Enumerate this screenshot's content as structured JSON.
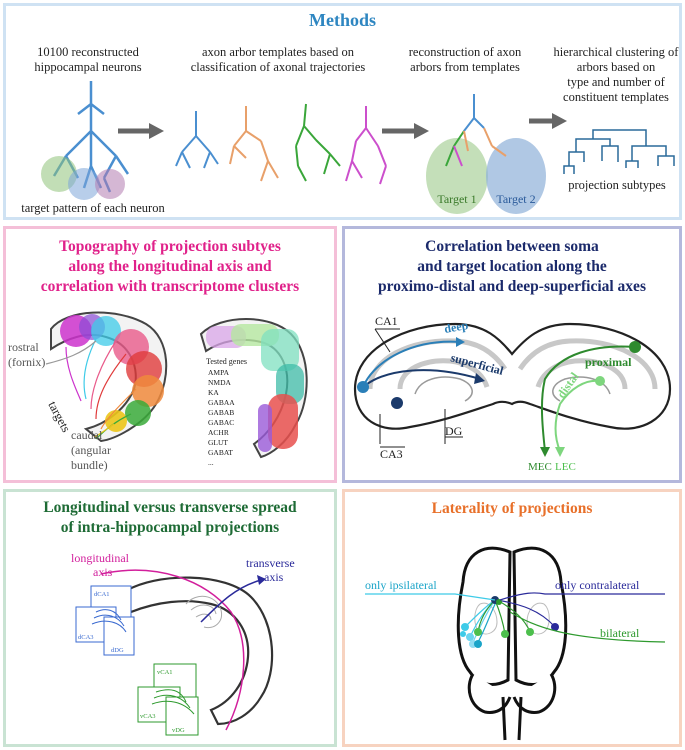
{
  "methods": {
    "title": "Methods",
    "step1": [
      "10100 reconstructed",
      "hippocampal neurons"
    ],
    "step1_caption": "target pattern of each neuron",
    "step2": [
      "axon arbor templates based on",
      "classification of axonal trajectories"
    ],
    "step3": [
      "reconstruction of axon",
      "arbors from templates"
    ],
    "target1": "Target 1",
    "target2": "Target 2",
    "step4": [
      "hierarchical clustering of",
      "arbors based on",
      "type and number of",
      "constituent templates"
    ],
    "step4_caption": "projection subtypes"
  },
  "topography": {
    "title": [
      "Topography of projection subtyes",
      "along the longitudinal axis and",
      "correlation with transcriptome clusters"
    ],
    "rostral": [
      "rostral",
      "(fornix)"
    ],
    "targets": "targets",
    "caudal": [
      "caudal",
      "(angular",
      "bundle)"
    ],
    "tested_genes_title": "Tested genes",
    "genes": [
      "AMPA",
      "NMDA",
      "KA",
      "GABAA",
      "GABAB",
      "GABAC",
      "ACHR",
      "GLUT",
      "GABAT",
      "..."
    ]
  },
  "correlation": {
    "title": [
      "Correlation between soma",
      "and target location along the",
      "proximo-distal and deep-superficial axes"
    ],
    "ca1": "CA1",
    "deep": "deep",
    "superficial": "superficial",
    "ca3": "CA3",
    "dg": "DG",
    "proximal": "proximal",
    "distal": "distal",
    "mec": "MEC",
    "lec": "LEC"
  },
  "spread": {
    "title": [
      "Longitudinal versus transverse spread",
      "of intra-hippocampal projections"
    ],
    "longitudinal": [
      "longitudinal",
      "axis"
    ],
    "transverse": [
      "transverse",
      "axis"
    ],
    "dca1": "dCA1",
    "dca3": "dCA3",
    "ddg": "dDG",
    "vca1": "vCA1",
    "vca3": "vCA3",
    "vdg": "vDG"
  },
  "laterality": {
    "title": "Laterality of projections",
    "ipsi": "only ipsilateral",
    "contra": "only contralateral",
    "bilateral": "bilateral"
  },
  "colors": {
    "methods_title": "#2e86c1",
    "topography_title": "#e0218a",
    "correlation_title": "#1b2a6b",
    "spread_title": "#1e6b35",
    "laterality_title": "#e8702a",
    "methods_border": "#cfe2f3",
    "topography_border": "#f4bfd8",
    "correlation_border": "#b4b8dc",
    "spread_border": "#c9e3d3",
    "laterality_border": "#f7d3c0"
  }
}
